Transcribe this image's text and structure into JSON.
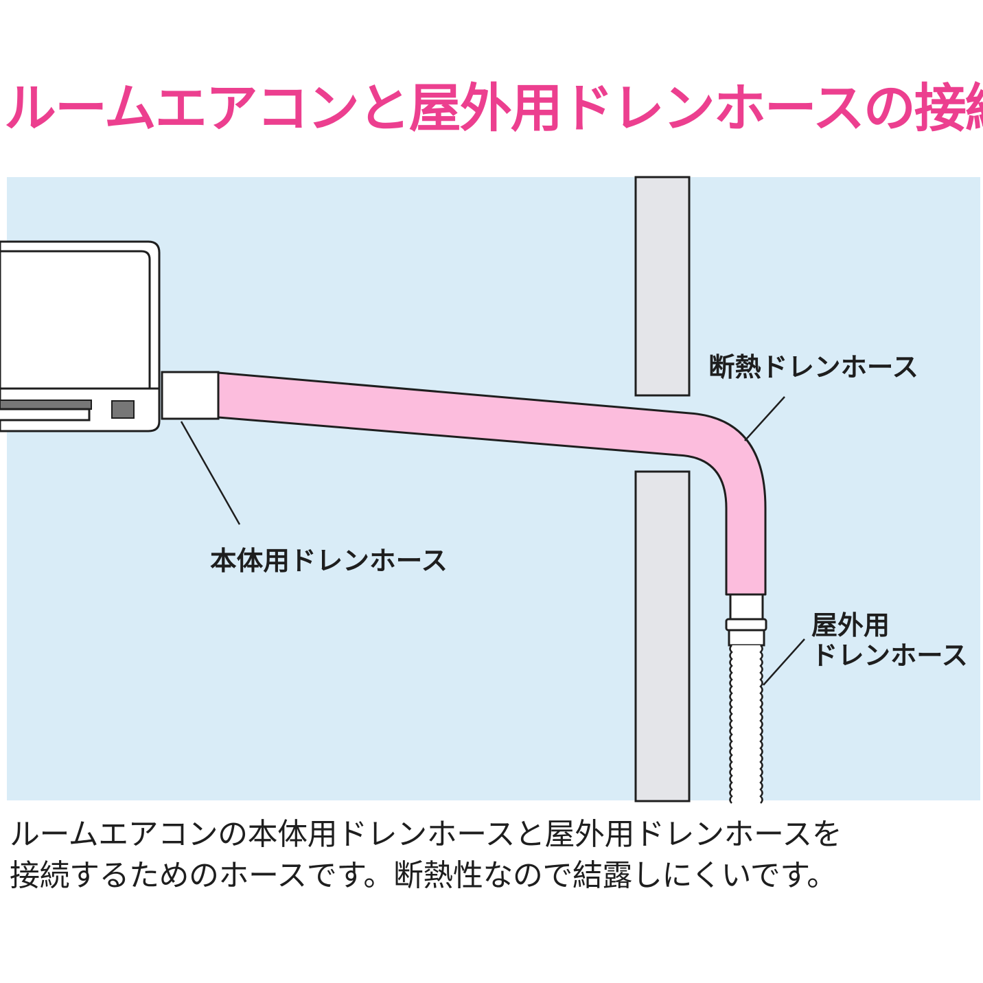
{
  "title": "ルームエアコンと屋外用ドレンホースの接続",
  "labels": {
    "insulated_hose": "断熱ドレンホース",
    "unit_hose": "本体用ドレンホース",
    "outdoor_hose_line1": "屋外用",
    "outdoor_hose_line2": "ドレンホース"
  },
  "caption": {
    "line1": "ルームエアコンの本体用ドレンホースと屋外用ドレンホースを",
    "line2": "接続するためのホースです。断熱性なので結露しにくいです。"
  },
  "colors": {
    "title": "#ec3f8f",
    "background_panel": "#d9ecf7",
    "wall": "#e4e5e9",
    "insulated_hose": "#fcbddd",
    "outline": "#1e1e1e"
  }
}
